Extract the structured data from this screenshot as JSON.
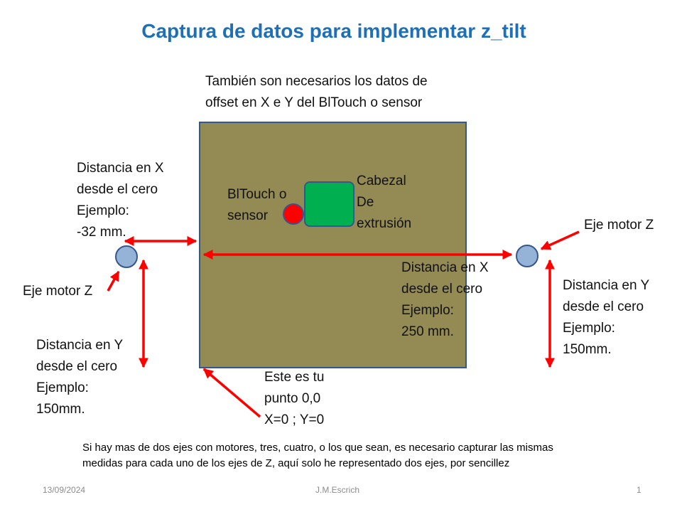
{
  "title": "Captura de datos para implementar z_tilt",
  "offset_note": "También son necesarios los datos de\noffset en X e Y del BlTouch o sensor",
  "left_x_label": "Distancia en X\ndesde el cero\nEjemplo:\n-32 mm.",
  "left_motor_label": "Eje motor Z",
  "left_y_label": "Distancia en Y\ndesde el cero\nEjemplo:\n150mm.",
  "probe_label": "BlTouch o\nsensor",
  "head_label": "Cabezal\nDe\nextrusión",
  "center_x_label": "Distancia en X\ndesde el cero\nEjemplo:\n250 mm.",
  "right_motor_label": "Eje motor Z",
  "right_y_label": "Distancia en Y\ndesde el cero\nEjemplo:\n150mm.",
  "origin_label": "Este es tu\npunto 0,0\nX=0 ; Y=0",
  "bottom_note": "Si hay mas de dos ejes con motores, tres, cuatro, o los que sean, es necesario capturar las mismas\nmedidas para cada uno de los ejes de Z, aquí solo he representado dos ejes, por sencillez",
  "footer": {
    "date": "13/09/2024",
    "author": "J.M.Escrich",
    "page": "1"
  },
  "colors": {
    "title": "#1f6fb6",
    "bed": "#948a54",
    "outline": "#37568b",
    "head": "#00b050",
    "probe": "#ff0000",
    "motor": "#95b3d7",
    "arrow": "#ff0000"
  }
}
